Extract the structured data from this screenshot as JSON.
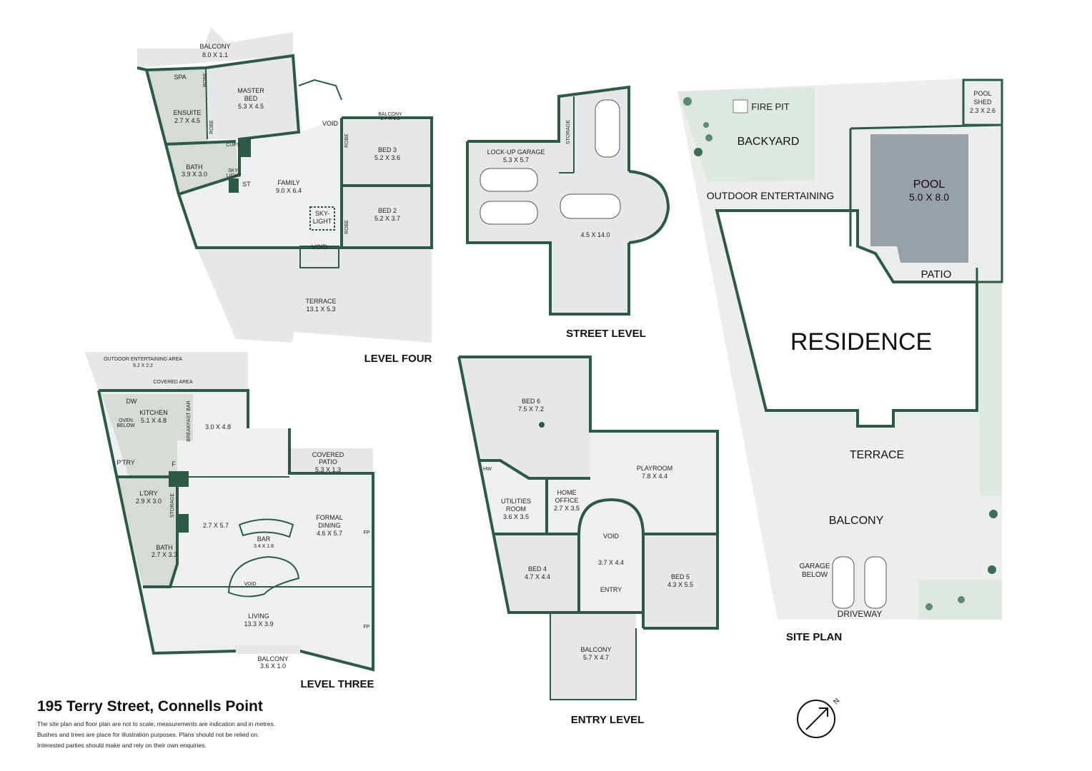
{
  "title": "195 Terry Street, Connells Point",
  "disclaimer": [
    "The site plan and floor plan are not to scale; measurements are indication and in metres.",
    "Bushes and trees are place for illustration purposes. Plans should not be relied on.",
    "Interested parties should make and rely on their own enquiries."
  ],
  "levels": {
    "level_four": "LEVEL FOUR",
    "street_level": "STREET LEVEL",
    "level_three": "LEVEL THREE",
    "entry_level": "ENTRY LEVEL",
    "site_plan": "SITE PLAN"
  },
  "level_four_rooms": {
    "balcony": "BALCONY",
    "balcony_dim": "8.0 X 1.1",
    "spa": "SPA",
    "robe1": "ROBE",
    "robe2": "ROBE",
    "robe3": "ROBE",
    "robe4": "ROBE",
    "master_bed": "MASTER",
    "master_bed2": "BED",
    "master_dim": "5.3 X 4.5",
    "ensuite": "ENSUITE",
    "ensuite_dim": "2.7 X 4.5",
    "void1": "VOID",
    "void2": "VOID",
    "small_balcony": "BALCONY",
    "small_balcony_dim": "1.7 X 0.2",
    "bed3": "BED 3",
    "bed3_dim": "5.2 X 3.6",
    "cups": "CUPS",
    "bath": "BATH",
    "bath_dim": "3.9 X 3.0",
    "skylight_small": "SKY-",
    "skylight_small2": "LIGHT",
    "st": "ST",
    "family": "FAMILY",
    "family_dim": "9.0 X 6.4",
    "skylight": "SKY-",
    "skylight2": "LIGHT",
    "bed2": "BED 2",
    "bed2_dim": "5.2 X 3.7",
    "terrace": "TERRACE",
    "terrace_dim": "13.1 X 5.3"
  },
  "street_rooms": {
    "storage": "STORAGE",
    "garage": "LOCK-UP GARAGE",
    "garage_dim": "5.3 X 5.7",
    "main_dim": "4.5 X 14.0"
  },
  "level_three_rooms": {
    "outdoor": "OUTDOOR ENTERTAINING AREA",
    "outdoor_dim": "9.2 X 2.2",
    "covered": "COVERED AREA",
    "dw": "DW",
    "kitchen": "KITCHEN",
    "kitchen_dim": "5.1 X 4.8",
    "oven": "OVEN",
    "oven2": "BELOW",
    "breakfast": "BREAKFAST BAR",
    "room30": "3.0 X 4.8",
    "covered_patio": "COVERED",
    "covered_patio2": "PATIO",
    "covered_patio_dim": "5.3 X 1.3",
    "pantry": "P'TRY",
    "f": "F",
    "laundry": "L'DRY",
    "laundry_dim": "2.9 X 3.0",
    "storage": "STORAGE",
    "room27": "2.7 X 5.7",
    "formal": "FORMAL",
    "formal2": "DINING",
    "formal_dim": "4.6 X 5.7",
    "fp1": "FP",
    "fp2": "FP",
    "bar": "BAR",
    "bar_dim": "3.4 X 1.8",
    "bath": "BATH",
    "bath_dim": "2.7 X 3.3",
    "void": "VOID",
    "living": "LIVING",
    "living_dim": "13.3 X 3.9",
    "balcony": "BALCONY",
    "balcony_dim": "3.6 X 1.0"
  },
  "entry_rooms": {
    "bed6": "BED 6",
    "bed6_dim": "7.5 X 7.2",
    "hw": "HW",
    "playroom": "PLAYROOM",
    "playroom_dim": "7.8 X 4.4",
    "utilities": "UTILITIES",
    "utilities2": "ROOM",
    "utilities_dim": "3.6 X 3.5",
    "office": "HOME",
    "office2": "OFFICE",
    "office_dim": "2.7 X 3.5",
    "void": "VOID",
    "hall_dim": "3.7 X 4.4",
    "bed4": "BED 4",
    "bed4_dim": "4.7 X 4.4",
    "bed5": "BED 5",
    "bed5_dim": "4.3 X 5.5",
    "entry": "ENTRY",
    "balcony": "BALCONY",
    "balcony_dim": "5.7 X 4.7"
  },
  "site_rooms": {
    "pool_shed": "POOL",
    "pool_shed2": "SHED",
    "pool_shed_dim": "2.3 X 2.6",
    "fire_pit": "FIRE PIT",
    "backyard": "BACKYARD",
    "pool": "POOL",
    "pool_dim": "5.0 X 8.0",
    "outdoor": "OUTDOOR ENTERTAINING",
    "patio": "PATIO",
    "residence": "RESIDENCE",
    "terrace": "TERRACE",
    "balcony": "BALCONY",
    "garage": "GARAGE",
    "garage2": "BELOW",
    "driveway": "DRIVEWAY"
  },
  "compass": "N",
  "colors": {
    "wall": "#2d5a45",
    "wet": "#d4dcd4",
    "grey": "#e6e7e9",
    "pool": "#9aa0a7",
    "green": "#dfe8df"
  }
}
